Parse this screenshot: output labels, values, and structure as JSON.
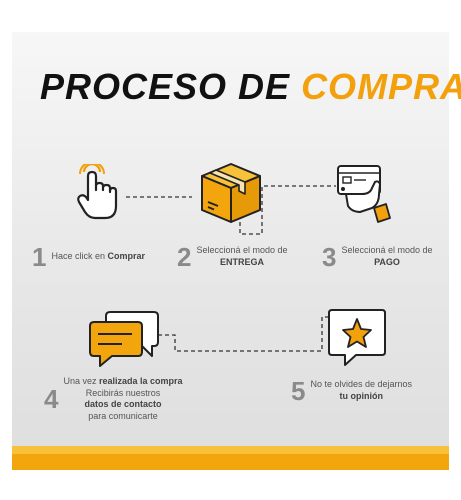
{
  "title": {
    "main": "PROCESO DE",
    "accent": "COMPRA"
  },
  "colors": {
    "accent": "#f2a00c",
    "accent_light": "#f7c23a",
    "text": "#111111",
    "number": "#8a8a8a"
  },
  "icons": [
    "hand-pointer-icon",
    "box-icon",
    "card-payment-icon",
    "chat-bubbles-icon",
    "star-review-icon"
  ],
  "steps": [
    {
      "number": "1",
      "pre": "Hace click en ",
      "bold": "Comprar"
    },
    {
      "number": "2",
      "line1": "Seleccioná el modo de",
      "bold": "ENTREGA"
    },
    {
      "number": "3",
      "line1": "Seleccioná el modo de",
      "bold": "PAGO"
    },
    {
      "number": "4",
      "pre": "Una vez ",
      "bold1": "realizada la compra",
      "line2": "Recibirás nuestros",
      "bold2": "datos de contacto",
      "line4": "para comunicarte"
    },
    {
      "number": "5",
      "line1": "No te olvides de dejarnos",
      "bold": "tu opinión"
    }
  ]
}
